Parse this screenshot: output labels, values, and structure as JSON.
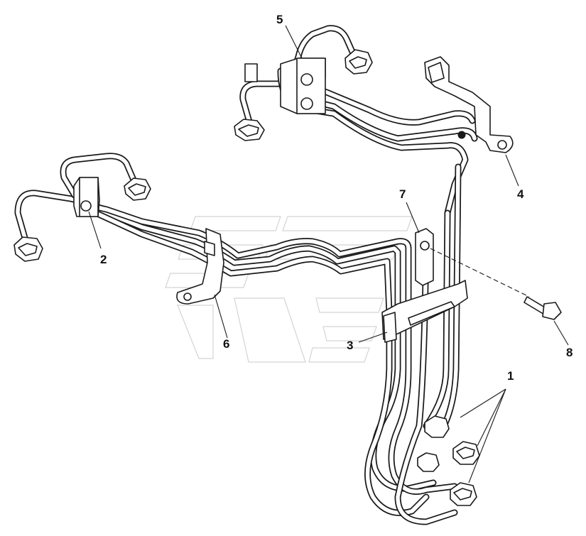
{
  "callouts": [
    {
      "label": "1"
    },
    {
      "label": "2"
    },
    {
      "label": "3"
    },
    {
      "label": "4"
    },
    {
      "label": "5"
    },
    {
      "label": "6"
    },
    {
      "label": "7"
    },
    {
      "label": "8"
    }
  ],
  "colors": {
    "line": "#1a1a1a",
    "background": "#ffffff",
    "watermark": "#d4d4d4"
  }
}
